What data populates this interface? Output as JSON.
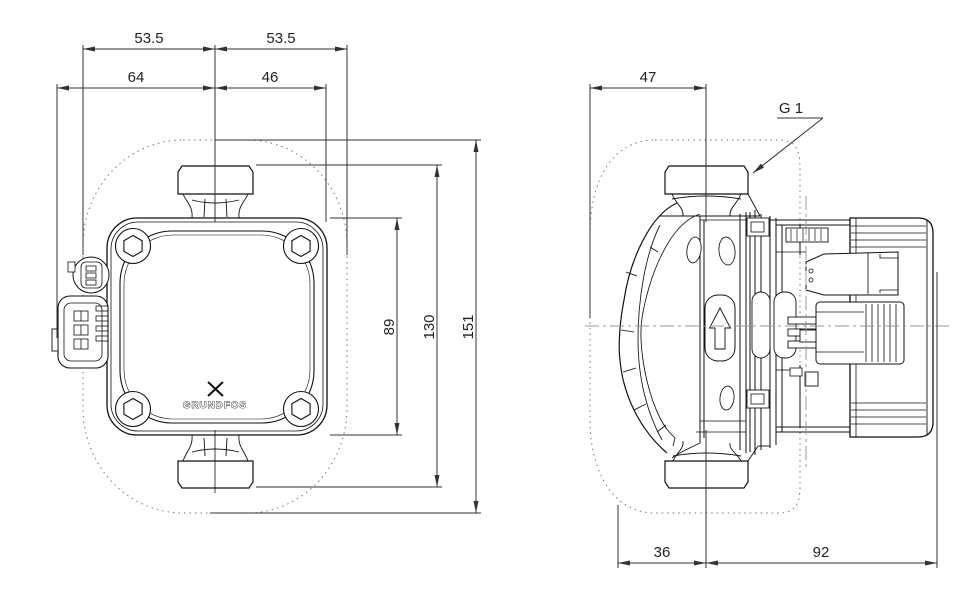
{
  "drawing": {
    "front_view": {
      "dim_top_left": "53.5",
      "dim_top_right": "53.5",
      "dim_mid_left": "64",
      "dim_mid_right": "46",
      "dim_box_height": "89",
      "dim_port_span": "130",
      "dim_overall_height": "151"
    },
    "side_view": {
      "dim_top_width": "47",
      "thread_label": "G 1",
      "dim_front_offset": "36",
      "dim_depth": "92"
    },
    "brand": {
      "logo_text": "GRUNDFOS"
    },
    "colors": {
      "line": "#111111",
      "dimension": "#333333",
      "centerline": "#999999",
      "shell_dash": "#777777"
    }
  }
}
